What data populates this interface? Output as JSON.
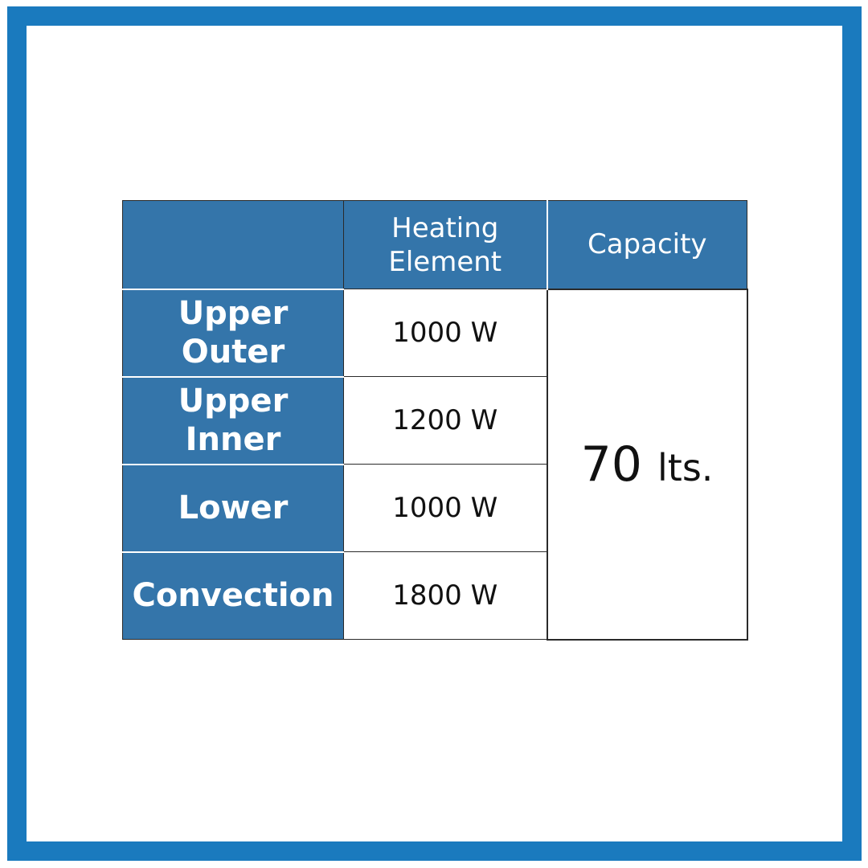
{
  "colors": {
    "frame": "#1a7abe",
    "header_fill": "#3475aa",
    "header_text": "#ffffff",
    "body_fill": "#ffffff",
    "body_text": "#111111"
  },
  "table": {
    "headers": {
      "corner": "",
      "heating_element": [
        "Heating",
        "Element"
      ],
      "capacity": "Capacity"
    },
    "rows": [
      {
        "label": [
          "Upper",
          "Outer"
        ],
        "heating_element": "1000 W"
      },
      {
        "label": [
          "Upper",
          "Inner"
        ],
        "heating_element": "1200 W"
      },
      {
        "label": [
          "Lower"
        ],
        "heating_element": "1000 W"
      },
      {
        "label": [
          "Convection"
        ],
        "heating_element": "1800 W"
      }
    ],
    "capacity": {
      "value": "70",
      "unit": "lts."
    }
  }
}
